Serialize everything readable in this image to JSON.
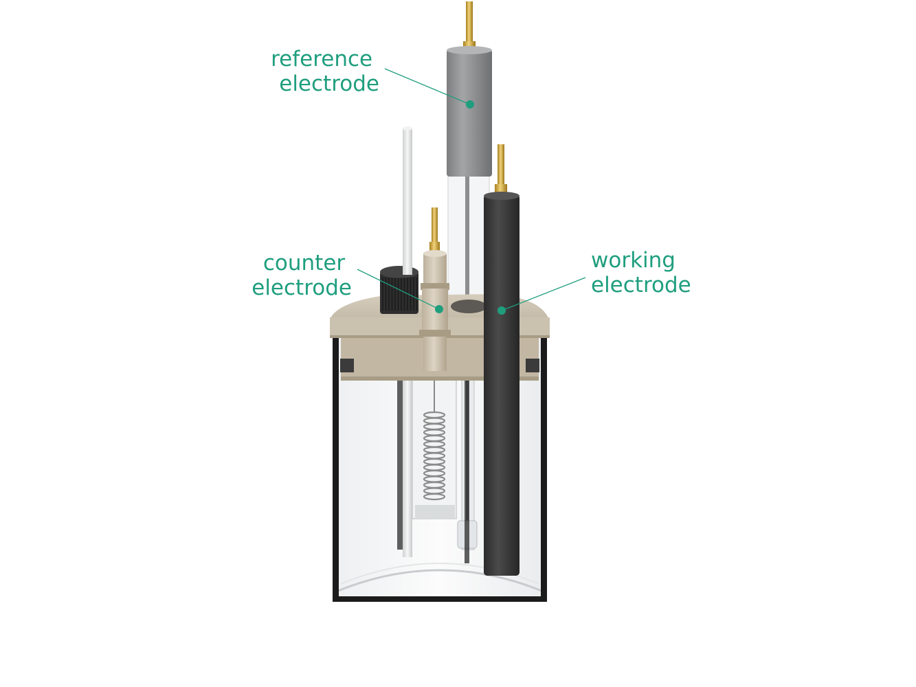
{
  "labels": {
    "reference": [
      "reference",
      "electrode"
    ],
    "counter": [
      "counter",
      "electrode"
    ],
    "working": [
      "working",
      "electrode"
    ]
  },
  "colors": {
    "label": "#1f9e7e",
    "cap": "#cfc5b5",
    "working_rod": "#3a3a3a",
    "reference_body": "#8f9092",
    "gold_pin": "#d8b04a",
    "glass_frame": "#1a1a1a"
  }
}
